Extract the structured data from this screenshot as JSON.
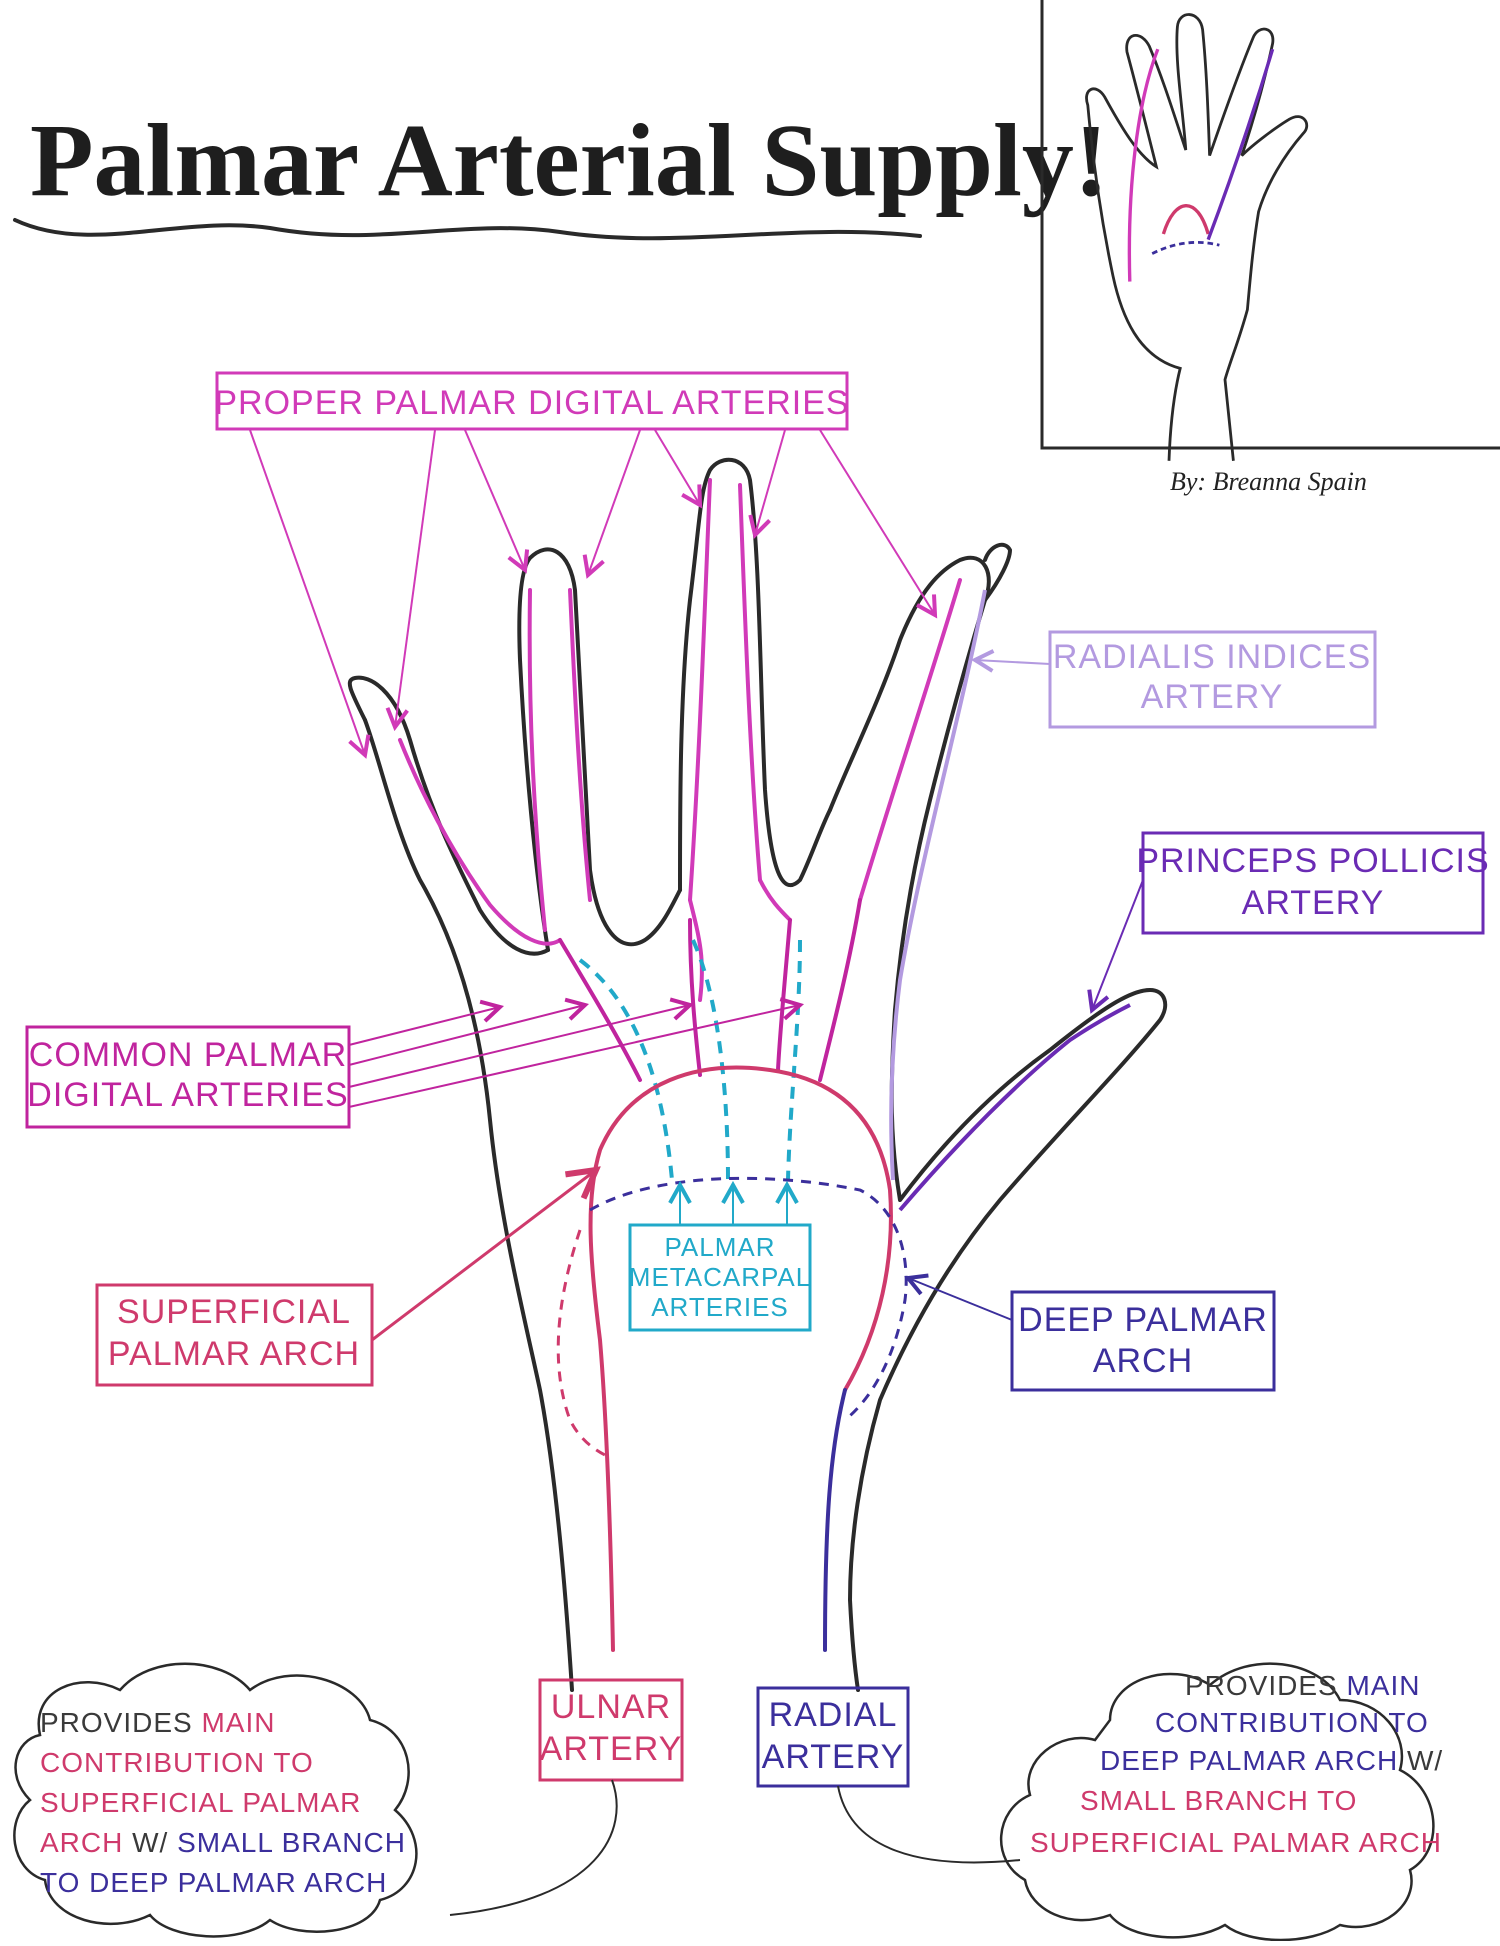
{
  "title": "Palmar Arterial Supply!",
  "credit": "By: Breanna Spain",
  "labels": {
    "proper_palmar_digital": "PROPER PALMAR DIGITAL ARTERIES",
    "radialis_indices": [
      "RADIALIS INDICES",
      "ARTERY"
    ],
    "princeps_pollicis": [
      "PRINCEPS POLLICIS",
      "ARTERY"
    ],
    "common_palmar_digital": [
      "COMMON PALMAR",
      "DIGITAL ARTERIES"
    ],
    "palmar_metacarpal": [
      "PALMAR",
      "METACARPAL",
      "ARTERIES"
    ],
    "superficial_palmar_arch": [
      "SUPERFICIAL",
      "PALMAR ARCH"
    ],
    "deep_palmar_arch": [
      "DEEP PALMAR",
      "ARCH"
    ],
    "ulnar_artery": [
      "ULNAR",
      "ARTERY"
    ],
    "radial_artery": [
      "RADIAL",
      "ARTERY"
    ]
  },
  "notes": {
    "ulnar": {
      "l1a": "PROVIDES ",
      "l1b": "MAIN",
      "l2": "CONTRIBUTION TO",
      "l3": "SUPERFICIAL PALMAR",
      "l4a": "ARCH ",
      "l4b": "W/ ",
      "l4c": "SMALL BRANCH",
      "l5": "TO DEEP PALMAR ARCH"
    },
    "radial": {
      "l1a": "PROVIDES ",
      "l1b": "MAIN",
      "l2": "CONTRIBUTION TO",
      "l3a": "DEEP PALMAR ARCH ",
      "l3b": "W/",
      "l4": "SMALL BRANCH TO",
      "l5": "SUPERFICIAL PALMAR ARCH"
    }
  },
  "colors": {
    "outline": "#2a2a2a",
    "proper_digital": "#d13ab8",
    "common_digital": "#c0249e",
    "superficial_arch": "#cf3a6c",
    "deep_arch": "#3b2f9c",
    "metacarpal": "#21a9c9",
    "radialis": "#b39ae0",
    "princeps": "#6a2bb4",
    "dark_text": "#3a3a3a"
  }
}
